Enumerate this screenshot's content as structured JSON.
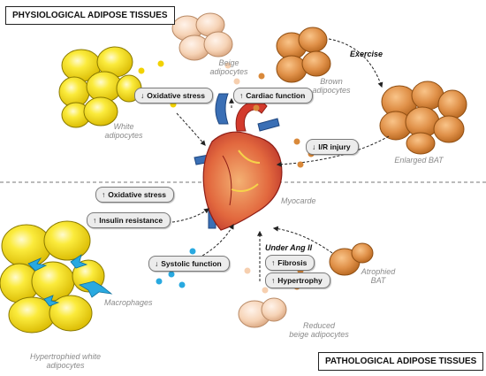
{
  "titles": {
    "physiological": "PHYSIOLOGICAL ADIPOSE TISSUES",
    "pathological": "PATHOLOGICAL ADIPOSE TISSUES"
  },
  "labels": {
    "white": "White\nadipocytes",
    "beige": "Beige\nadipocytes",
    "brown": "Brown\nadipocytes",
    "enlarged_bat": "Enlarged BAT",
    "myocarde": "Myocarde",
    "macrophages": "Macrophages",
    "hypertrophied": "Hypertrophied white\nadipocytes",
    "atrophied": "Atrophied\nBAT",
    "reduced_beige": "Reduced\nbeige adipocytes",
    "exercise": "Exercise",
    "under_ang": "Under Ang II"
  },
  "effects": {
    "oxidative_top": {
      "arrow": "down",
      "text": "Oxidative stress"
    },
    "cardiac": {
      "arrow": "up",
      "text": "Cardiac function"
    },
    "ir_injury": {
      "arrow": "down",
      "text": "I/R injury"
    },
    "oxidative_bottom": {
      "arrow": "up",
      "text": "Oxidative stress"
    },
    "insulin": {
      "arrow": "up",
      "text": "Insulin resistance"
    },
    "systolic": {
      "arrow": "down",
      "text": "Systolic function"
    },
    "fibrosis": {
      "arrow": "up",
      "text": "Fibrosis"
    },
    "hypertrophy": {
      "arrow": "up",
      "text": "Hypertrophy"
    }
  },
  "colors": {
    "white_fat": "#f7e22a",
    "beige_fat": "#f6d2b5",
    "brown_fat": "#e0954a",
    "macrophage": "#29a9e0",
    "heart": "#d9402f"
  },
  "glyphs": {
    "up": "🠅",
    "down": "🠇"
  }
}
